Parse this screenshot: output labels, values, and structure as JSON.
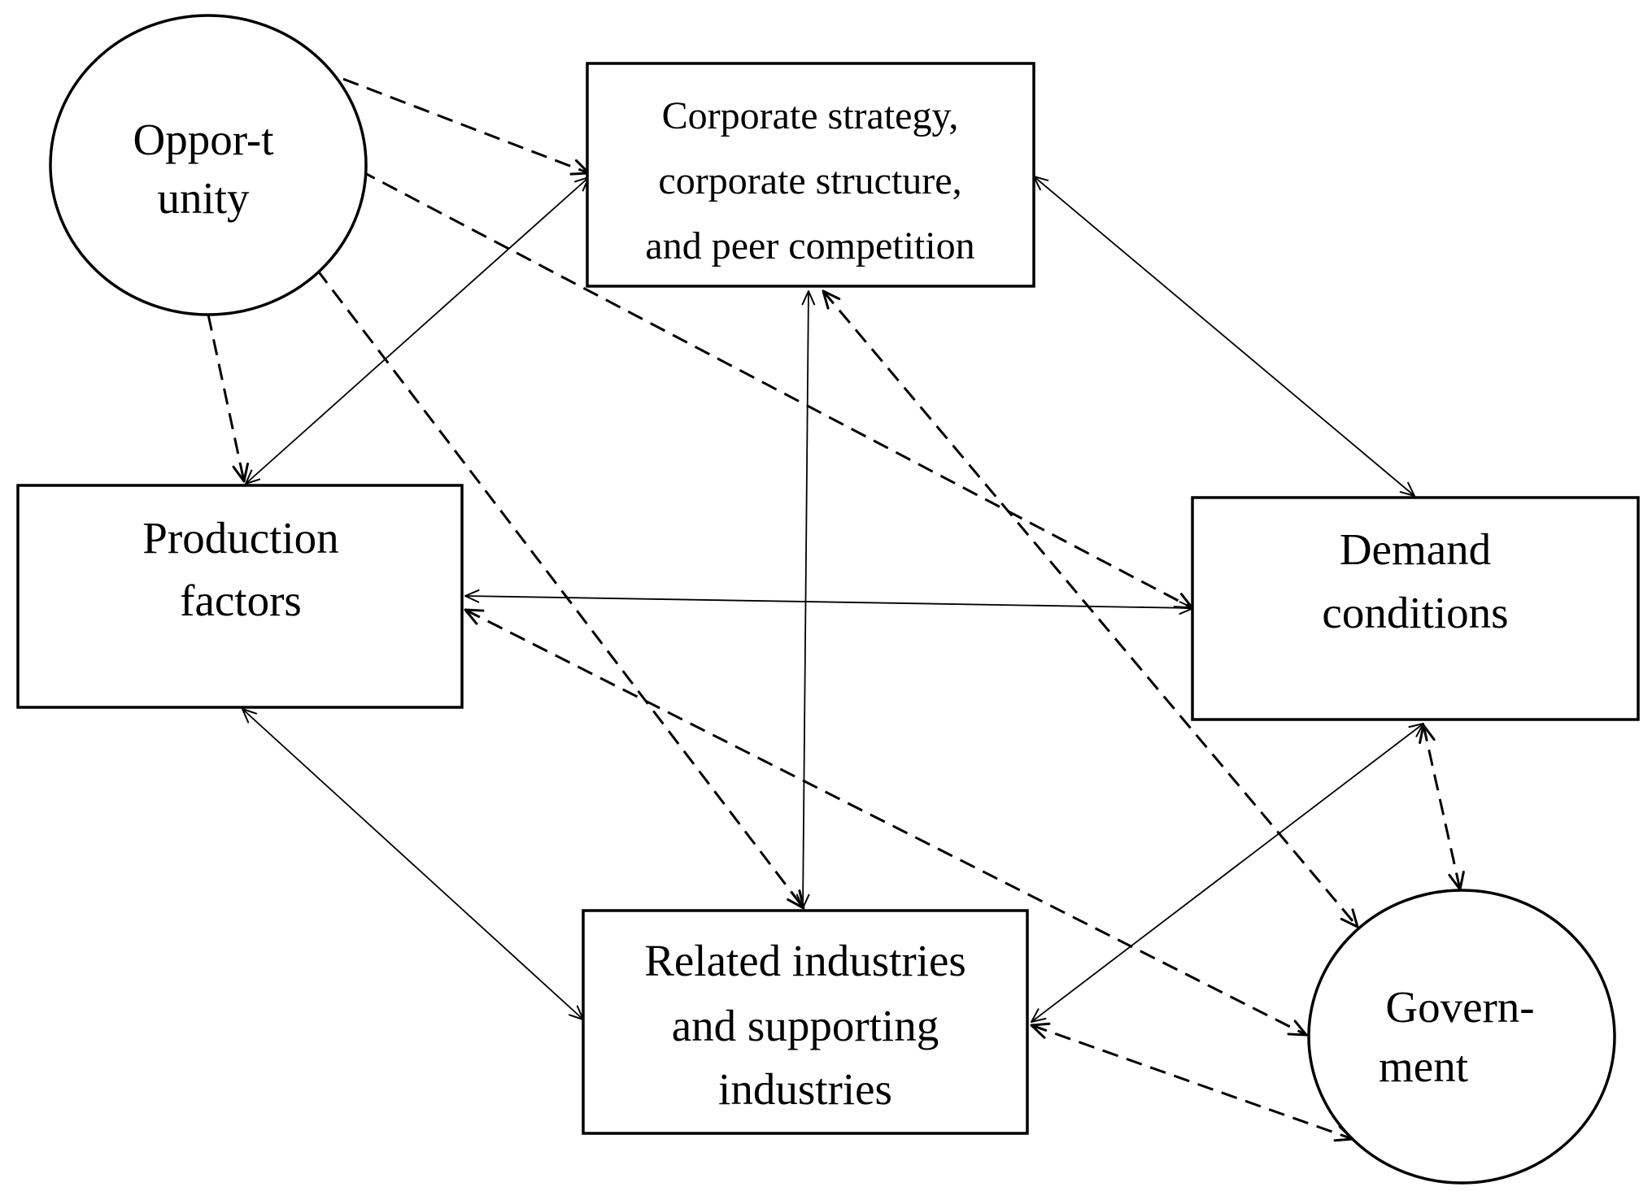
{
  "diagram": {
    "nodes": {
      "opportunity": {
        "lines": [
          "Oppor-t",
          "unity"
        ],
        "shape": "circle"
      },
      "corporate": {
        "lines": [
          "Corporate strategy,",
          "corporate structure,",
          "and peer competition"
        ],
        "shape": "rect"
      },
      "production": {
        "lines": [
          "Production",
          "factors"
        ],
        "shape": "rect"
      },
      "demand": {
        "lines": [
          "Demand",
          "conditions"
        ],
        "shape": "rect"
      },
      "related": {
        "lines": [
          "Related industries",
          "and supporting",
          "industries"
        ],
        "shape": "rect"
      },
      "government": {
        "lines": [
          "Govern-",
          "ment"
        ],
        "shape": "circle"
      }
    },
    "edges": [
      {
        "from": "opportunity",
        "to": "corporate",
        "style": "dashed",
        "arrows": "end"
      },
      {
        "from": "opportunity",
        "to": "demand",
        "style": "dashed",
        "arrows": "end"
      },
      {
        "from": "opportunity",
        "to": "production",
        "style": "dashed",
        "arrows": "end"
      },
      {
        "from": "opportunity",
        "to": "related",
        "style": "dashed",
        "arrows": "end"
      },
      {
        "from": "corporate",
        "to": "production",
        "style": "solid",
        "arrows": "both"
      },
      {
        "from": "corporate",
        "to": "demand",
        "style": "solid",
        "arrows": "both"
      },
      {
        "from": "corporate",
        "to": "related",
        "style": "solid",
        "arrows": "both"
      },
      {
        "from": "corporate",
        "to": "government",
        "style": "dashed",
        "arrows": "both"
      },
      {
        "from": "production",
        "to": "demand",
        "style": "solid",
        "arrows": "both"
      },
      {
        "from": "production",
        "to": "related",
        "style": "solid",
        "arrows": "both"
      },
      {
        "from": "production",
        "to": "government",
        "style": "dashed",
        "arrows": "both"
      },
      {
        "from": "demand",
        "to": "related",
        "style": "solid",
        "arrows": "both"
      },
      {
        "from": "demand",
        "to": "government",
        "style": "dashed",
        "arrows": "both"
      },
      {
        "from": "related",
        "to": "government",
        "style": "dashed",
        "arrows": "both"
      }
    ]
  }
}
